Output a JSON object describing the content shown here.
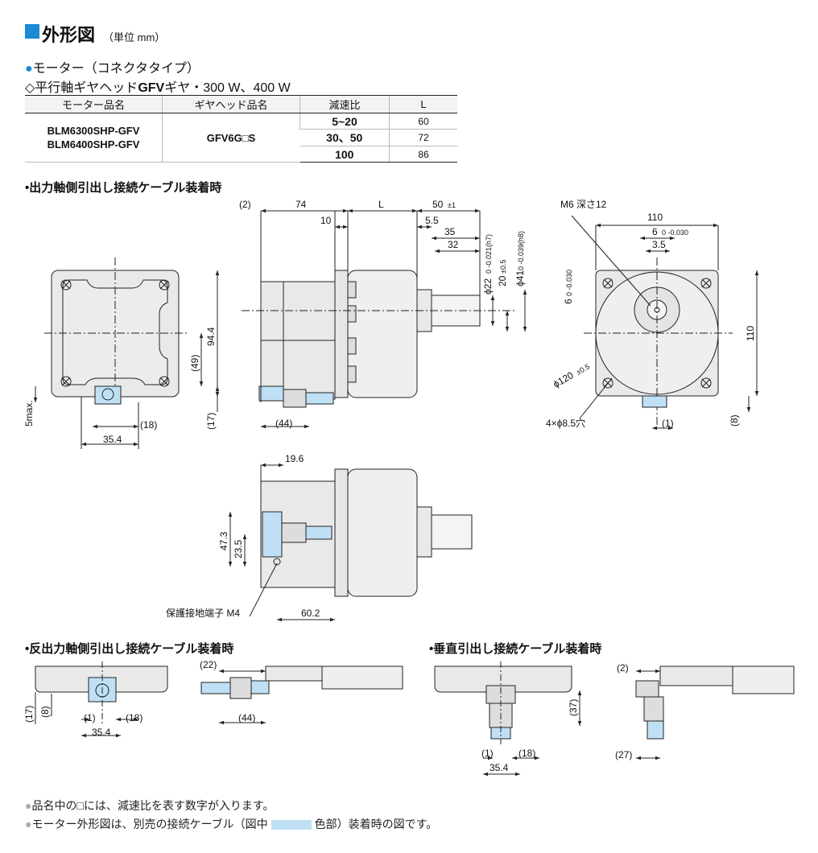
{
  "header": {
    "title": "外形図",
    "unit": "（単位 mm）"
  },
  "subtitle1": "モーター（コネクタタイプ）",
  "subtitle2_prefix": "◇平行軸ギヤヘッド",
  "subtitle2_bold": "GFV",
  "subtitle2_suffix": "ギヤ・300 W、400 W",
  "table": {
    "headers": [
      "モーター品名",
      "ギヤヘッド品名",
      "減速比",
      "L"
    ],
    "model_line1": "BLM6300SHP-GFV",
    "model_line2": "BLM6400SHP-GFV",
    "gearhead": "GFV6G□S",
    "rows": [
      {
        "ratio": "5~20",
        "L": "60"
      },
      {
        "ratio": "30、50",
        "L": "72"
      },
      {
        "ratio": "100",
        "L": "86"
      }
    ]
  },
  "sections": {
    "output_side": "•出力軸側引出し接続ケーブル装着時",
    "opposite_side": "•反出力軸側引出し接続ケーブル装着時",
    "vertical": "•垂直引出し接続ケーブル装着時"
  },
  "dims": {
    "d2": "(2)",
    "d74": "74",
    "dL": "L",
    "d50": "50",
    "d50tol": "±1",
    "d10": "10",
    "d5_5": "5.5",
    "d35": "35",
    "d32": "32",
    "phi22": "ϕ22",
    "phi22tol": "0 -0.021(h7)",
    "d20": "20",
    "d20tol": "±0.5",
    "phi41": "ϕ41",
    "phi41tol": "0 -0.039(h8)",
    "m6": "M6 深さ12",
    "d110": "110",
    "d6": "6",
    "d6tol": "0 -0.030",
    "d3_5": "3.5",
    "key6": "6",
    "key6tol": "0 -0.030",
    "d110v": "110",
    "phi120": "ϕ120",
    "phi120tol": "±0.5",
    "holes": "4×ϕ8.5穴",
    "d1": "(1)",
    "d8": "(8)",
    "d94_4": "94.4",
    "d49": "(49)",
    "d17": "(17)",
    "d18": "(18)",
    "d35_4": "35.4",
    "d5max": "5max.",
    "d44": "(44)",
    "d19_6": "19.6",
    "d47_3": "47.3",
    "d23_5": "23.5",
    "d60_2": "60.2",
    "ground": "保護接地端子 M4",
    "b_d17": "(17)",
    "b_d8": "(8)",
    "b_d1": "(1)",
    "b_d18": "(18)",
    "b_d35_4": "35.4",
    "b_d22": "(22)",
    "b_d44": "(44)",
    "c_d37": "(37)",
    "c_d1": "(1)",
    "c_d18": "(18)",
    "c_d35_4": "35.4",
    "c_d2": "(2)",
    "c_d27": "(27)"
  },
  "notes": {
    "n1": "品名中の□には、減速比を表す数字が入ります。",
    "n2a": "モーター外形図は、別売の接続ケーブル（図中",
    "n2b": "色部）装着時の図です。"
  },
  "colors": {
    "accent": "#1a8ad4",
    "body_fill": "#e9e9e9",
    "cable_fill": "#bfe0f4"
  }
}
